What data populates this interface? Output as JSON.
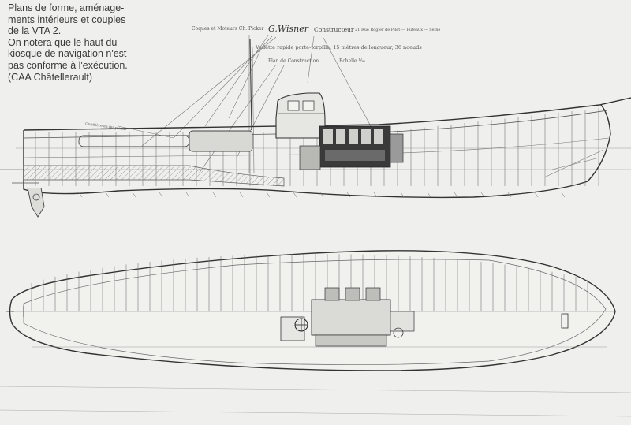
{
  "caption": {
    "lines": [
      "Plans de forme, aménage-",
      "ments intérieurs et couples",
      "de la VTA 2.",
      "On notera que le haut du",
      "kiosque de navigation n'est",
      "pas conforme à l'exécution.",
      "(CAA Châtellerault)"
    ]
  },
  "drawing": {
    "header_left": "Coques et Moteurs Ch. Picker",
    "header_brand": "G.Wisner",
    "header_mid": "Constructeur",
    "header_right": "21 Rue Rogier de Pilet — Puteaux — Seine",
    "subtitle": "Vedette rapide porte-torpille, 15 mètres de longueur, 36 noeuds",
    "plan_title": "Plan de Construction",
    "scale": "Echelle ⅒",
    "note_label": "Gouttière en fer plomb"
  }
}
